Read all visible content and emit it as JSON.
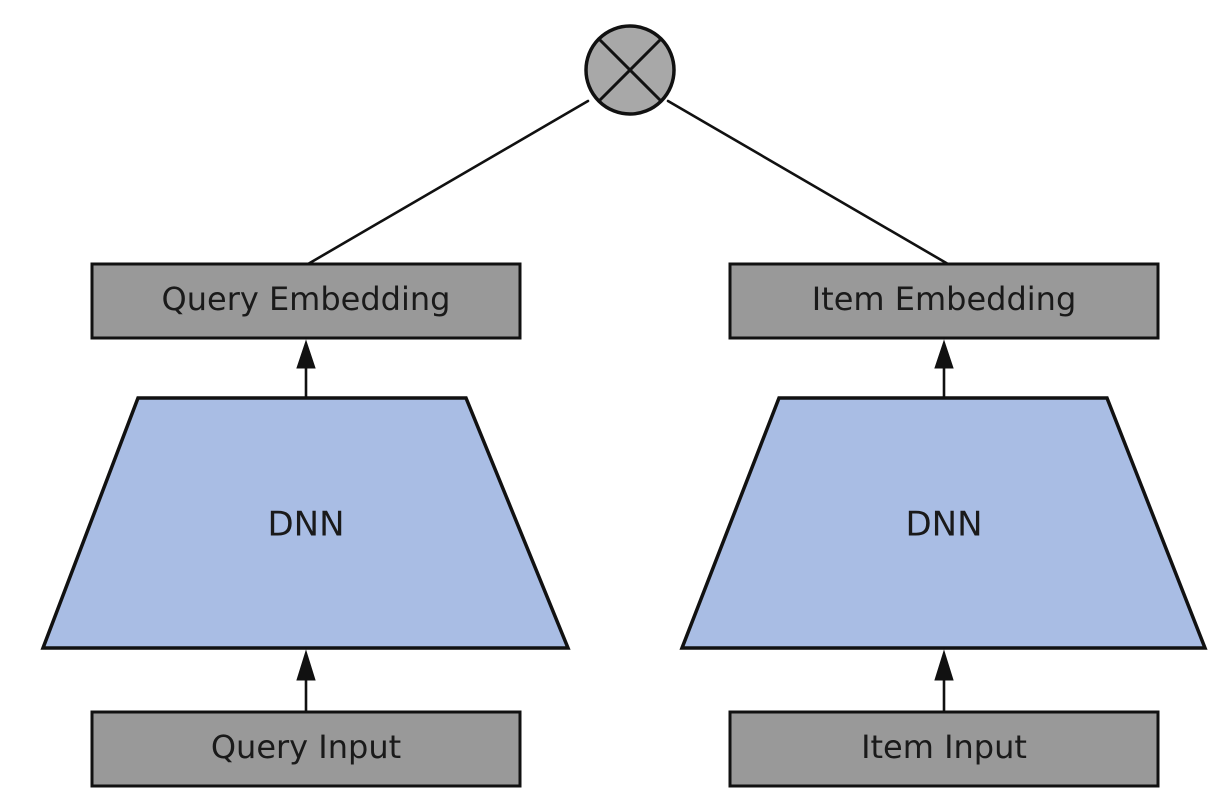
{
  "operator": {
    "symbol": "multiply-circle",
    "fill": "#a8a8a8"
  },
  "towers": {
    "query": {
      "embedding_label": "Query Embedding",
      "network_label": "DNN",
      "input_label": "Query Input"
    },
    "item": {
      "embedding_label": "Item Embedding",
      "network_label": "DNN",
      "input_label": "Item Input"
    }
  },
  "colors": {
    "box_fill": "#999999",
    "dnn_fill": "#a9bde4",
    "stroke": "#111111"
  }
}
